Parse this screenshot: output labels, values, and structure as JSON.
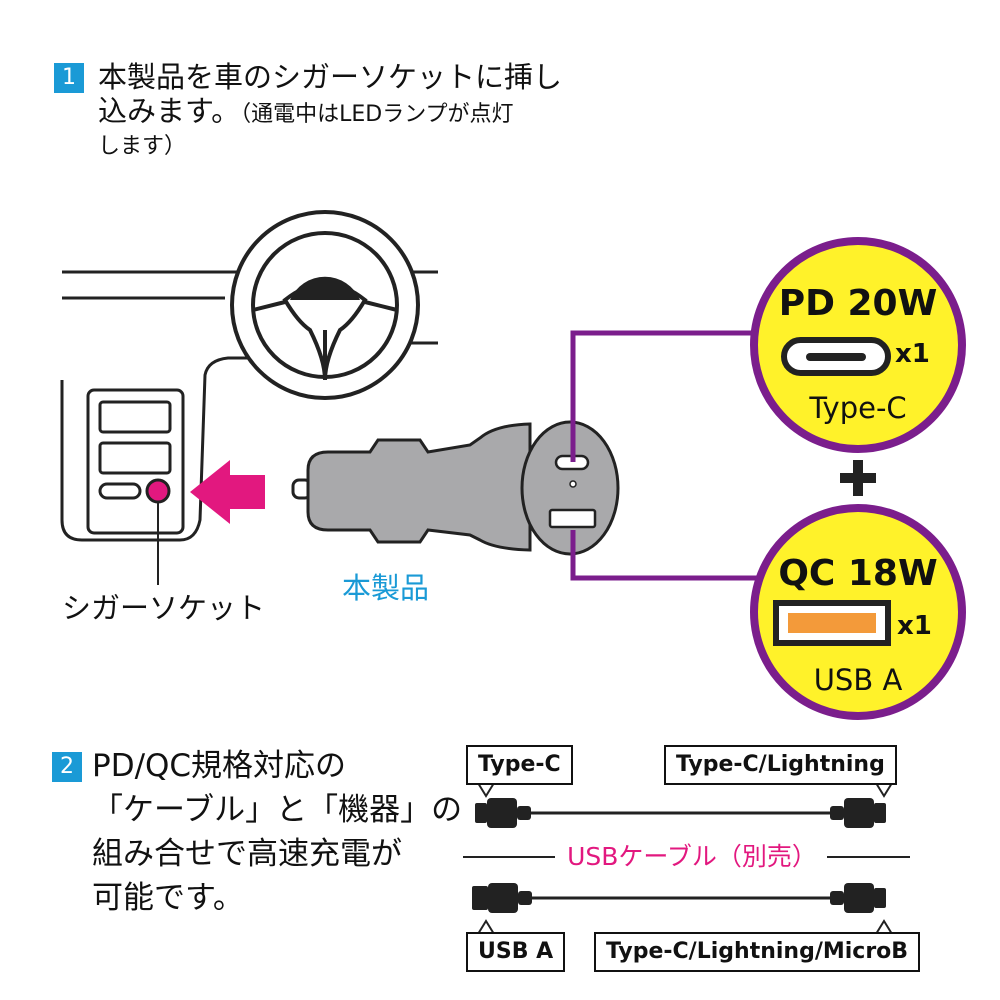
{
  "step1": {
    "number": "1",
    "line1": "本製品を車のシガーソケットに挿し",
    "line2_main": "込みます。",
    "line2_note": "（通電中はLEDランプが点灯",
    "line3": "します）"
  },
  "illustration": {
    "socket_label": "シガーソケット",
    "product_label": "本製品",
    "pd_port": {
      "title": "PD 20W",
      "count": "x1",
      "type": "Type-C"
    },
    "qc_port": {
      "title": "QC 18W",
      "count": "x1",
      "type": "USB A"
    },
    "plus": "+"
  },
  "step2": {
    "number": "2",
    "lines": [
      "PD/QC規格対応の",
      "「ケーブル」と「機器」の",
      "組み合せで高速充電が",
      "可能です。"
    ]
  },
  "cables": {
    "top_left": "Type-C",
    "top_right": "Type-C/Lightning",
    "middle": "USBケーブル（別売）",
    "bottom_left": "USB A",
    "bottom_right": "Type-C/Lightning/MicroB"
  },
  "colors": {
    "accent_blue": "#1a9ad6",
    "purple": "#7b1e8c",
    "yellow": "#fff22a",
    "magenta": "#e2187f",
    "orange": "#f39a3a",
    "gray": "#a9a9ab"
  }
}
